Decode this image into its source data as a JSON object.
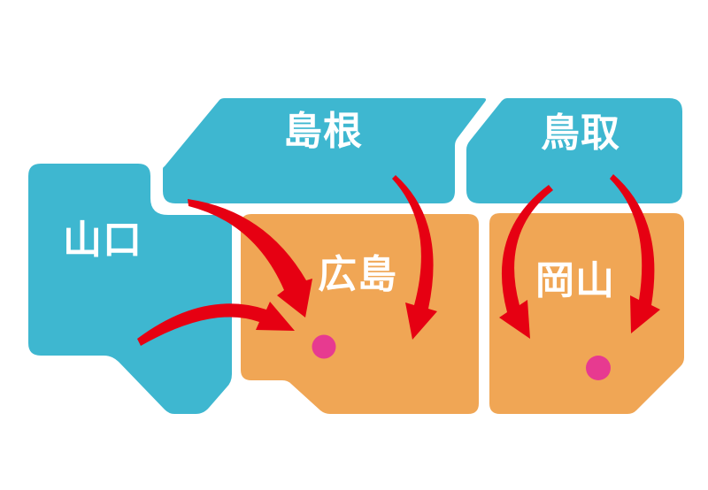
{
  "colors": {
    "sea_side_blue": "#3EB7D0",
    "inland_side_orange": "#F0A655",
    "arrow_red": "#E60012",
    "city_dot_pink": "#E73A90",
    "label_white": "#FFFFFF",
    "background": "#FFFFFF"
  },
  "map": {
    "prefectures": [
      {
        "id": "yamaguchi",
        "label": "山口",
        "color": "blue"
      },
      {
        "id": "shimane",
        "label": "島根",
        "color": "blue"
      },
      {
        "id": "tottori",
        "label": "鳥取",
        "color": "blue"
      },
      {
        "id": "hiroshima",
        "label": "広島",
        "color": "orange"
      },
      {
        "id": "okayama",
        "label": "岡山",
        "color": "orange"
      }
    ],
    "arrows": [
      {
        "from": "shimane",
        "to": "hiroshima"
      },
      {
        "from": "yamaguchi",
        "to": "hiroshima"
      },
      {
        "from": "shimane",
        "to": "hiroshima"
      },
      {
        "from": "tottori",
        "to": "okayama"
      },
      {
        "from": "tottori",
        "to": "okayama"
      }
    ],
    "city_dots": [
      {
        "prefecture": "hiroshima"
      },
      {
        "prefecture": "okayama"
      }
    ]
  }
}
